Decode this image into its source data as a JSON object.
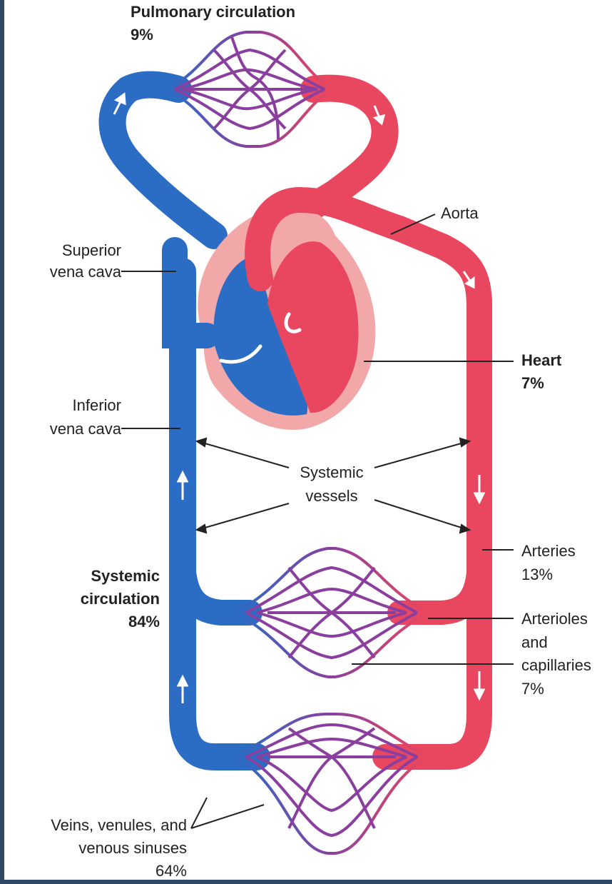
{
  "labels": {
    "pulmonary_title": "Pulmonary circulation",
    "pulmonary_pct": "9%",
    "aorta": "Aorta",
    "superior_vena_cava_1": "Superior",
    "superior_vena_cava_2": "vena cava",
    "heart": "Heart",
    "heart_pct": "7%",
    "inferior_vena_cava_1": "Inferior",
    "inferior_vena_cava_2": "vena cava",
    "systemic_vessels_1": "Systemic",
    "systemic_vessels_2": "vessels",
    "arteries": "Arteries",
    "arteries_pct": "13%",
    "systemic_circ_1": "Systemic",
    "systemic_circ_2": "circulation",
    "systemic_circ_pct": "84%",
    "arterioles_1": "Arterioles",
    "arterioles_2": "and",
    "arterioles_3": "capillaries",
    "arterioles_pct": "7%",
    "veins_1": "Veins, venules, and",
    "veins_2": "venous sinuses",
    "veins_pct": "64%"
  },
  "colors": {
    "frame": "#2f4866",
    "vein_blue": "#2b6cc4",
    "artery_red": "#e8475f",
    "capillary_purple": "#8a3f9e",
    "heart_pink": "#f2a7a9",
    "arrow_white": "#ffffff",
    "leader_line": "#222222"
  }
}
